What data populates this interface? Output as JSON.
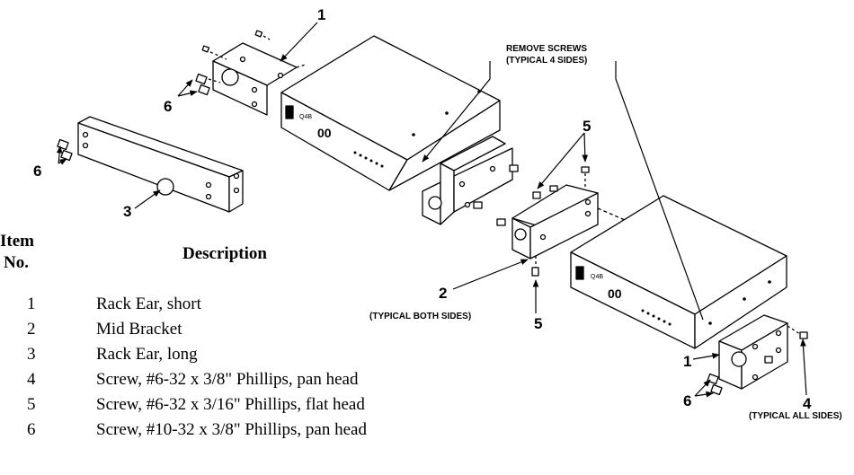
{
  "callouts": {
    "c1_top": "1",
    "c6_top": "6",
    "c6_left": "6",
    "c3": "3",
    "c5_top": "5",
    "c5_bottom": "5",
    "c2": "2",
    "c1_right": "1",
    "c6_right": "6",
    "c4": "4"
  },
  "notes": {
    "remove_screws_line1": "REMOVE SCREWS",
    "remove_screws_line2": "(TYPICAL 4 SIDES)",
    "typical_both_sides": "(TYPICAL BOTH SIDES)",
    "typical_all_sides": "(TYPICAL ALL SIDES)"
  },
  "parts_table": {
    "header_item": "Item",
    "header_no": "No.",
    "header_description": "Description",
    "rows": [
      {
        "no": "1",
        "description": "Rack Ear, short"
      },
      {
        "no": "2",
        "description": "Mid Bracket"
      },
      {
        "no": "3",
        "description": "Rack Ear, long"
      },
      {
        "no": "4",
        "description": "Screw, #6-32 x 3/8\" Phillips, pan head"
      },
      {
        "no": "5",
        "description": "Screw, #6-32 x 3/16\" Phillips, flat head"
      },
      {
        "no": "6",
        "description": "Screw, #10-32 x 3/8\" Phillips, pan head"
      }
    ]
  }
}
